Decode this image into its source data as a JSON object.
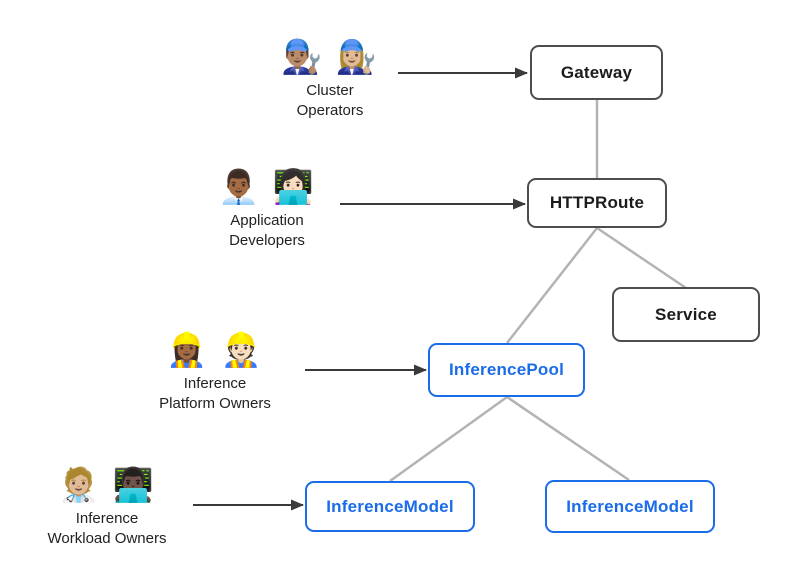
{
  "diagram": {
    "personas": [
      {
        "emojis": "👨🏽‍🔧 👩🏼‍🔧",
        "line1": "Cluster",
        "line2": "Operators"
      },
      {
        "emojis": "👨🏾‍💼 👩🏻‍💻",
        "line1": "Application",
        "line2": "Developers"
      },
      {
        "emojis": "👷🏾‍♀️ 👷🏻",
        "line1": "Inference",
        "line2": "Platform Owners"
      },
      {
        "emojis": "🧑🏼‍⚕️ 👨🏿‍💻",
        "line1": "Inference",
        "line2": "Workload Owners"
      }
    ],
    "nodes": {
      "gateway": "Gateway",
      "httproute": "HTTPRoute",
      "service": "Service",
      "inferencepool": "InferencePool",
      "inferencemodel_left": "InferenceModel",
      "inferencemodel_right": "InferenceModel"
    },
    "colors": {
      "core_border": "#4d4d4d",
      "core_text": "#1c1c1c",
      "extension_color": "#1a6ce8",
      "connector": "#b3b3b3",
      "arrow": "#3a3a3a",
      "background": "#ffffff"
    }
  }
}
